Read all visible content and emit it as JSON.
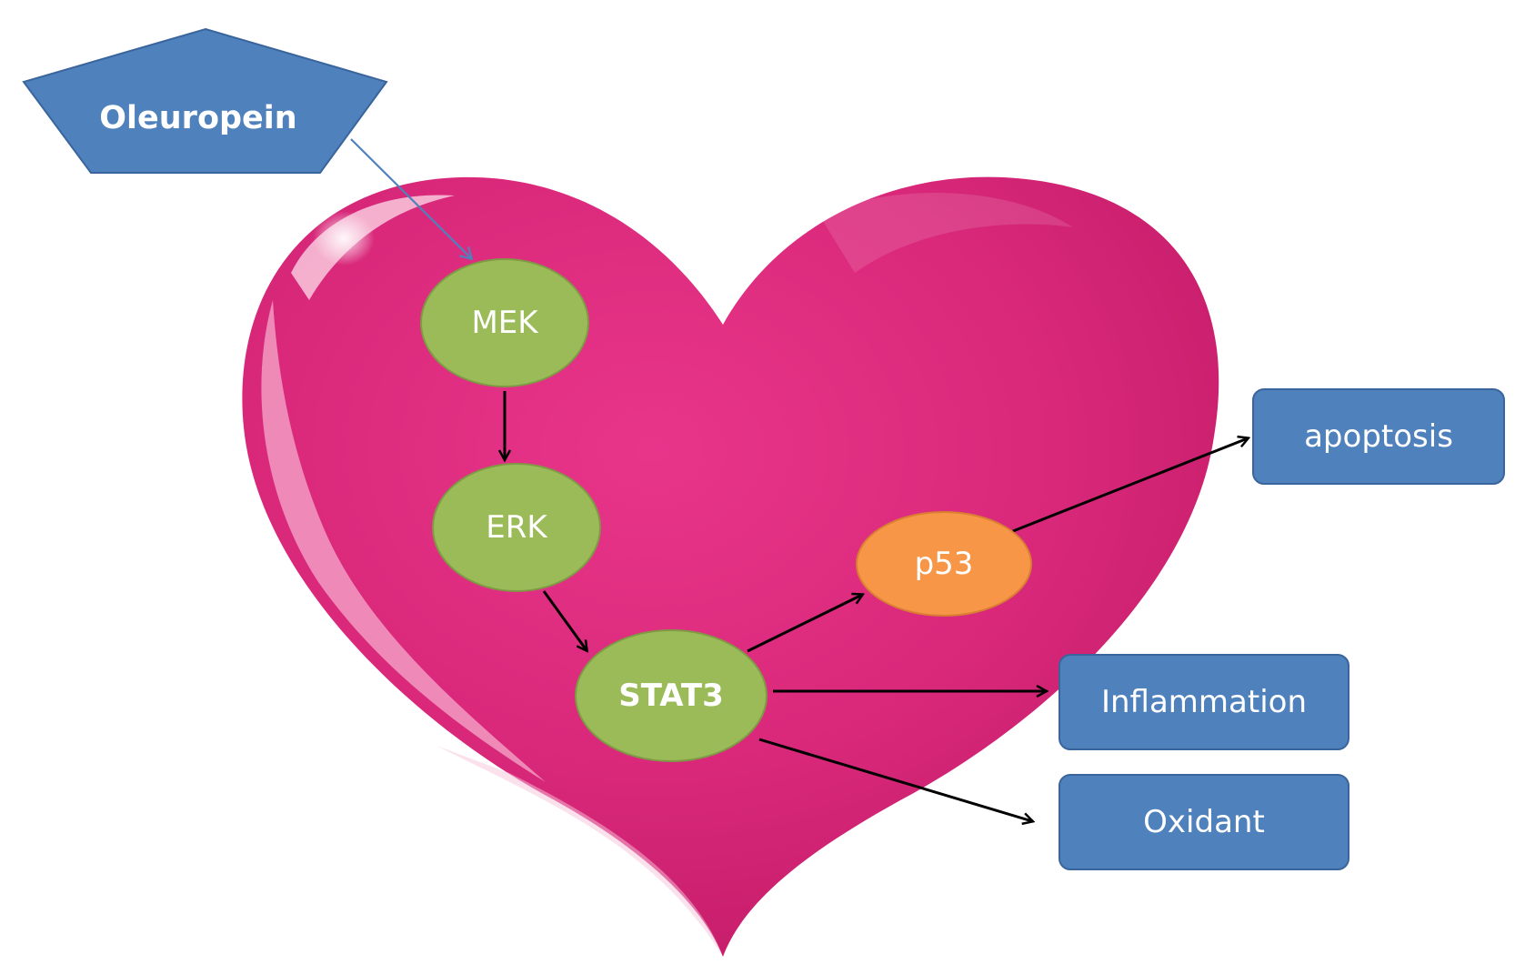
{
  "colors": {
    "heart": "#d9287a",
    "heart_light": "#f39bc4",
    "heart_dark": "#b8145e",
    "green_node": "#9bbb59",
    "green_stroke": "#7f9a44",
    "orange_node": "#f79646",
    "orange_stroke": "#d97e33",
    "blue_box": "#4f81bd",
    "blue_stroke": "#3a659c",
    "source_arrow": "#4f81bd",
    "arrow": "#000000"
  },
  "diagram": {
    "source": {
      "label": "Oleuropein",
      "shape": "pentagon"
    },
    "nodes": {
      "mek": {
        "label": "MEK"
      },
      "erk": {
        "label": "ERK"
      },
      "stat3": {
        "label": "STAT3"
      },
      "p53": {
        "label": "p53"
      }
    },
    "outcomes": {
      "apoptosis": {
        "label": "apoptosis"
      },
      "inflammation": {
        "label": "Inflammation"
      },
      "oxidant": {
        "label": "Oxidant"
      }
    },
    "edges": [
      {
        "from": "Oleuropein",
        "to": "MEK"
      },
      {
        "from": "MEK",
        "to": "ERK"
      },
      {
        "from": "ERK",
        "to": "STAT3"
      },
      {
        "from": "STAT3",
        "to": "p53"
      },
      {
        "from": "p53",
        "to": "apoptosis"
      },
      {
        "from": "STAT3",
        "to": "Inflammation"
      },
      {
        "from": "STAT3",
        "to": "Oxidant"
      }
    ]
  }
}
